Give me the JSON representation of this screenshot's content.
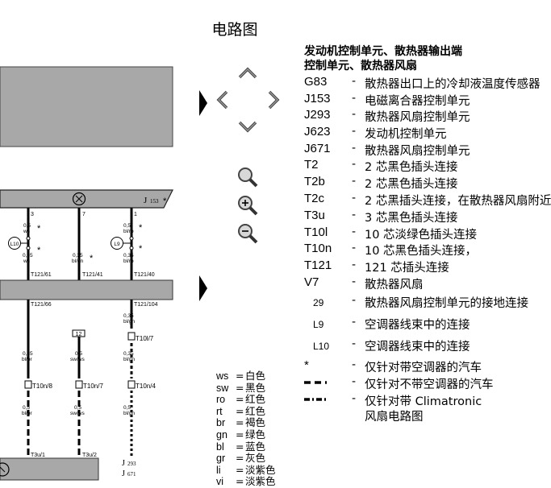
{
  "page": {
    "title": "电路图"
  },
  "diagram": {
    "j153_label": "J",
    "j153_sub": "153",
    "wire_numbers": [
      "3",
      "7",
      "1"
    ],
    "wire_specs_top": [
      {
        "size": "0,5",
        "color": "ws"
      },
      {
        "size": "0,5",
        "color": "bl/ro"
      }
    ],
    "l10": "L10",
    "l9": "L9",
    "wire_specs_mid": [
      {
        "size": "0,35",
        "color": "ws"
      },
      {
        "size": "0,35",
        "color": "bl/gn"
      },
      {
        "size": "0,35",
        "color": "bl/ro"
      }
    ],
    "t121_top": [
      "T121/61",
      "T121/41",
      "T121/40"
    ],
    "t121_bottom": [
      "T121/66",
      "T121/104"
    ],
    "spec_right": {
      "size": "0,35",
      "color": "bl/gn"
    },
    "box_label": "12",
    "t10l": "T10l/7",
    "wire_specs_low": [
      {
        "size": "0,35",
        "color": "bl/br"
      },
      {
        "size": "0,5",
        "color": "sw/ws"
      },
      {
        "size": "0,35",
        "color": "bl/gn"
      }
    ],
    "t10n": [
      "T10n/8",
      "T10n/7",
      "T10n/4"
    ],
    "wire_specs_bottom": [
      {
        "size": "0,5",
        "color": "bl/br"
      },
      {
        "size": "0,5",
        "color": "sw/ws"
      },
      {
        "size": "0,5",
        "color": "bl/gn"
      }
    ],
    "t3u": [
      "T3u/1",
      "T3u/2"
    ],
    "j293": "293",
    "j671": "671",
    "j_prefix": "J",
    "star": "*"
  },
  "colors_legend": [
    {
      "code": "ws",
      "name": "白色"
    },
    {
      "code": "sw",
      "name": "黑色"
    },
    {
      "code": "ro",
      "name": "红色"
    },
    {
      "code": "rt",
      "name": "红色"
    },
    {
      "code": "br",
      "name": "褐色"
    },
    {
      "code": "gn",
      "name": "绿色"
    },
    {
      "code": "bl",
      "name": "蓝色"
    },
    {
      "code": "gr",
      "name": "灰色"
    },
    {
      "code": "li",
      "name": "淡紫色"
    },
    {
      "code": "vi",
      "name": "淡紫色"
    }
  ],
  "legend": {
    "heading_line1": "发动机控制单元、散热器输出端",
    "heading_line2": "控制单元、散热器风扇",
    "dash": "-",
    "items": [
      {
        "code": "G83",
        "desc": "散热器出口上的冷却液温度传感器"
      },
      {
        "code": "J153",
        "desc": "电磁离合器控制单元"
      },
      {
        "code": "J293",
        "desc": "散热器风扇控制单元"
      },
      {
        "code": "J623",
        "desc": "发动机控制单元"
      },
      {
        "code": "J671",
        "desc": "散热器风扇控制单元"
      },
      {
        "code": "T2",
        "desc": "2 芯黑色插头连接"
      },
      {
        "code": "T2b",
        "desc": "2 芯黑色插头连接"
      },
      {
        "code": "T2c",
        "desc": "2 芯黑插头连接，在散热器风扇附近"
      },
      {
        "code": "T3u",
        "desc": "3 芯黑色插头连接"
      },
      {
        "code": "T10l",
        "desc": "10 芯淡绿色插头连接"
      },
      {
        "code": "T10n",
        "desc": "10 芯黑色插头连接，"
      },
      {
        "code": "T121",
        "desc": "121 芯插头连接"
      },
      {
        "code": "V7",
        "desc": "散热器风扇"
      },
      {
        "code": "29",
        "desc": "散热器风扇控制单元的接地连接"
      },
      {
        "code": "L9",
        "desc": "空调器线束中的连接"
      },
      {
        "code": "L10",
        "desc": "空调器线束中的连接"
      },
      {
        "code": "*",
        "desc": "仅针对带空调器的汽车"
      },
      {
        "code": "",
        "desc": "仅针对不带空调器的汽车"
      },
      {
        "code": "",
        "desc": "仅针对带 Climatronic"
      },
      {
        "code": "",
        "desc": "风扇电路图"
      }
    ]
  }
}
